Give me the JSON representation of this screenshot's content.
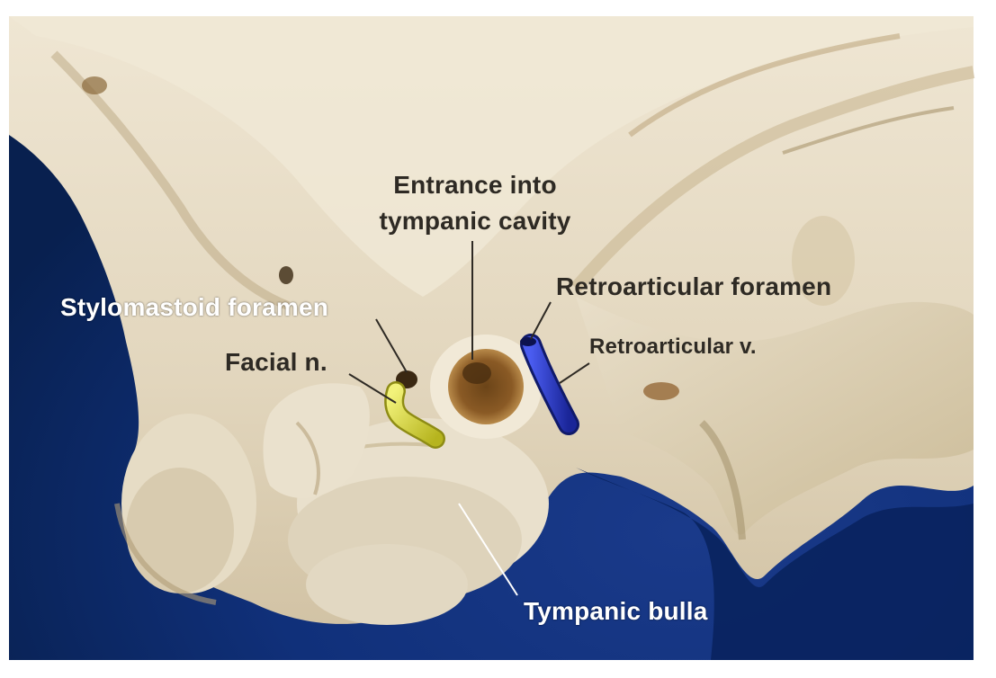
{
  "figure": {
    "labels": {
      "entrance_line1": "Entrance into",
      "entrance_line2": "tympanic cavity",
      "retroarticular_foramen": "Retroarticular foramen",
      "stylomastoid_foramen": "Stylomastoid foramen",
      "retroarticular_v": "Retroarticular v.",
      "facial_n": "Facial n.",
      "tympanic_bulla": "Tympanic bulla"
    },
    "colors": {
      "background_blue": "#0e2a6e",
      "bone": "#e6dcc6",
      "facial_nerve_yellow": "#d8d83a",
      "vein_blue": "#2c3ec8"
    }
  }
}
